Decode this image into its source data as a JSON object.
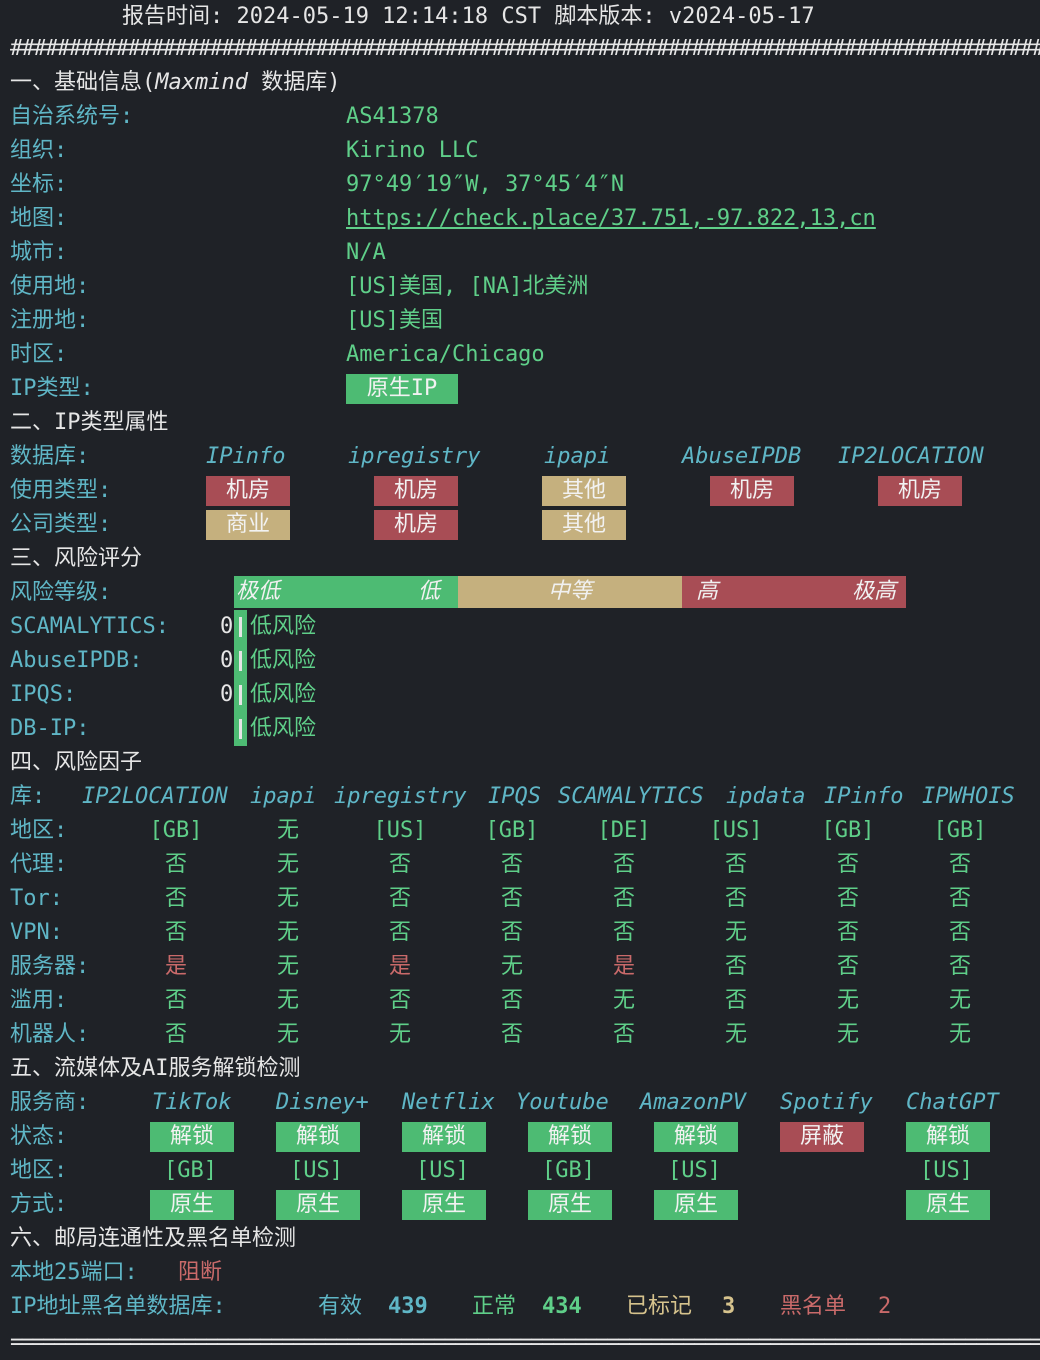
{
  "header": {
    "line": "报告时间: 2024-05-19 12:14:18 CST  脚本版本: v2024-05-17"
  },
  "divider_hash": "########################################################################################",
  "divider_eq": "================================================================================================",
  "colors": {
    "bg": "#1f2227",
    "teal": "#5fb6c6",
    "green": "#4dbb73",
    "red": "#a84d55",
    "tan": "#c5b07e"
  },
  "section1": {
    "title_a": "一、基础信息(",
    "title_b": "Maxmind",
    "title_c": " 数据库)",
    "rows": [
      {
        "label": "自治系统号:",
        "value": "AS41378"
      },
      {
        "label": "组织:",
        "value": "Kirino LLC"
      },
      {
        "label": "坐标:",
        "value": "97°49′19″W, 37°45′4″N"
      },
      {
        "label": "地图:",
        "value": "https://check.place/37.751,-97.822,13,cn"
      },
      {
        "label": "城市:",
        "value": "N/A"
      },
      {
        "label": "使用地:",
        "value": "[US]美国, [NA]北美洲"
      },
      {
        "label": "注册地:",
        "value": "[US]美国"
      },
      {
        "label": "时区:",
        "value": "America/Chicago"
      }
    ],
    "ip_type_label": "IP类型:",
    "ip_type_value": "原生IP"
  },
  "section2": {
    "title": "二、IP类型属性",
    "db_label": "数据库:",
    "dbs": [
      "IPinfo",
      "ipregistry",
      "ipapi",
      "AbuseIPDB",
      "IP2LOCATION"
    ],
    "usage_label": "使用类型:",
    "usage": [
      "机房",
      "机房",
      "其他",
      "机房",
      "机房"
    ],
    "company_label": "公司类型:",
    "company": [
      "商业",
      "机房",
      "其他"
    ]
  },
  "section3": {
    "title": "三、风险评分",
    "level_label": "风险等级:",
    "scale": {
      "very_low": "极低",
      "low": "低",
      "medium": "中等",
      "high": "高",
      "very_high": "极高"
    },
    "rows": [
      {
        "label": "SCAMALYTICS:",
        "score": "0",
        "text": "低风险"
      },
      {
        "label": "AbuseIPDB:",
        "score": "0",
        "text": "低风险"
      },
      {
        "label": "IPQS:",
        "score": "0",
        "text": "低风险"
      },
      {
        "label": "DB-IP:",
        "score": "",
        "text": "低风险"
      }
    ]
  },
  "section4": {
    "title": "四、风险因子",
    "lib_label": "库:",
    "libs": [
      "IP2LOCATION",
      "ipapi",
      "ipregistry",
      "IPQS",
      "SCAMALYTICS",
      "ipdata",
      "IPinfo",
      "IPWHOIS"
    ],
    "rows": [
      {
        "label": "地区:",
        "values": [
          "[GB]",
          "无",
          "[US]",
          "[GB]",
          "[DE]",
          "[US]",
          "[GB]",
          "[GB]"
        ]
      },
      {
        "label": "代理:",
        "values": [
          "否",
          "无",
          "否",
          "否",
          "否",
          "否",
          "否",
          "否"
        ]
      },
      {
        "label": "Tor:",
        "values": [
          "否",
          "无",
          "否",
          "否",
          "否",
          "否",
          "否",
          "否"
        ]
      },
      {
        "label": "VPN:",
        "values": [
          "否",
          "无",
          "否",
          "否",
          "否",
          "无",
          "否",
          "否"
        ]
      },
      {
        "label": "服务器:",
        "values": [
          "是",
          "无",
          "是",
          "无",
          "是",
          "否",
          "否",
          "否"
        ]
      },
      {
        "label": "滥用:",
        "values": [
          "否",
          "无",
          "否",
          "否",
          "无",
          "否",
          "无",
          "无"
        ]
      },
      {
        "label": "机器人:",
        "values": [
          "否",
          "无",
          "无",
          "否",
          "否",
          "无",
          "无",
          "无"
        ]
      }
    ]
  },
  "section5": {
    "title": "五、流媒体及AI服务解锁检测",
    "provider_label": "服务商:",
    "providers": [
      "TikTok",
      "Disney+",
      "Netflix",
      "Youtube",
      "AmazonPV",
      "Spotify",
      "ChatGPT"
    ],
    "status_label": "状态:",
    "status": [
      "解锁",
      "解锁",
      "解锁",
      "解锁",
      "解锁",
      "屏蔽",
      "解锁"
    ],
    "region_label": "地区:",
    "regions": [
      "[GB]",
      "[US]",
      "[US]",
      "[GB]",
      "[US]",
      "",
      "[US]"
    ],
    "method_label": "方式:",
    "methods": [
      "原生",
      "原生",
      "原生",
      "原生",
      "原生",
      "",
      "原生"
    ]
  },
  "section6": {
    "title": "六、邮局连通性及黑名单检测",
    "port_label": "本地25端口:",
    "port_value": "阻断",
    "bl_label": "IP地址黑名单数据库:",
    "valid_label": "有效",
    "valid_value": "439",
    "normal_label": "正常",
    "normal_value": "434",
    "marked_label": "已标记",
    "marked_value": "3",
    "black_label": "黑名单",
    "black_value": "2"
  }
}
